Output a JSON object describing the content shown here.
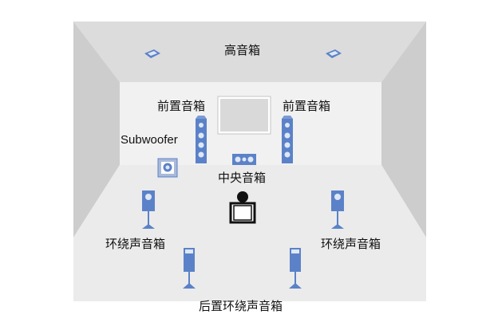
{
  "labels": {
    "height": "高音箱",
    "front_left": "前置音箱",
    "front_right": "前置音箱",
    "subwoofer": "Subwoofer",
    "center": "中央音箱",
    "surround_left": "环绕声音箱",
    "surround_right": "环绕声音箱",
    "surround_back": "后置环绕声音箱"
  },
  "colors": {
    "speaker_blue": "#5b82c8",
    "speaker_light": "#dfe7f6",
    "room_back_wall": "#f1f1f1",
    "room_side_wall": "#cdcdcd",
    "room_ceiling": "#dcdcdc",
    "room_floor": "#ebebeb"
  }
}
